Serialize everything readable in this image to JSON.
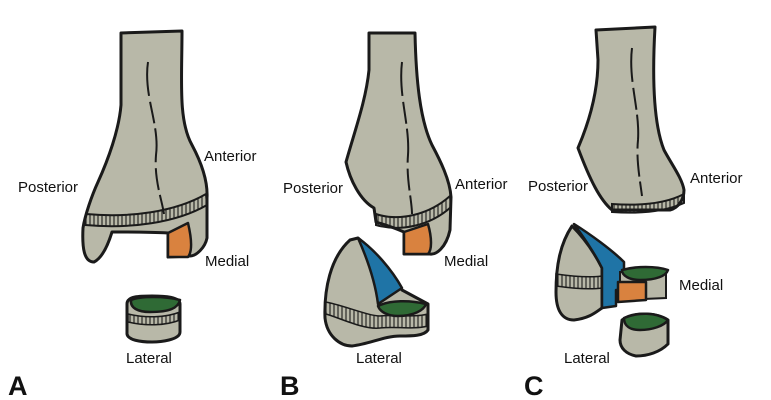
{
  "colors": {
    "bone": "#b8b8a8",
    "orange": "#d9823f",
    "blue": "#1f74a6",
    "green": "#2f6a35",
    "outline": "#1a1a1a"
  },
  "panels": [
    {
      "letter": "A",
      "labels": {
        "posterior": "Posterior",
        "anterior": "Anterior",
        "medial": "Medial",
        "lateral": "Lateral"
      }
    },
    {
      "letter": "B",
      "labels": {
        "posterior": "Posterior",
        "anterior": "Anterior",
        "medial": "Medial",
        "lateral": "Lateral"
      }
    },
    {
      "letter": "C",
      "labels": {
        "posterior": "Posterior",
        "anterior": "Anterior",
        "medial": "Medial",
        "lateral": "Lateral"
      }
    }
  ]
}
